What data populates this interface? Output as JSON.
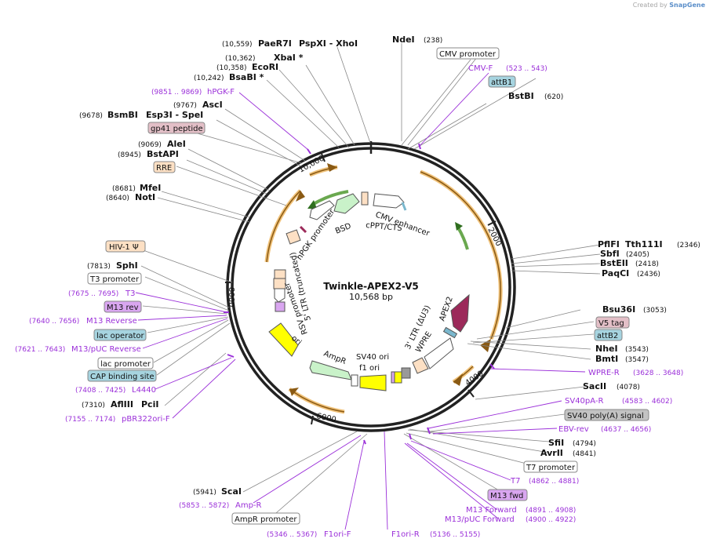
{
  "credit": {
    "prefix": "Created by",
    "brand": "SnapGene"
  },
  "map": {
    "title": "Twinkle-APEX2-V5",
    "length": "10,568 bp"
  },
  "ticks": [
    "2000",
    "4000",
    "6000",
    "8000",
    "10,000"
  ],
  "enzymes": [
    {
      "name": "PaeR7I",
      "pos": "(10,559)",
      "extra": "PspXI - XhoI"
    },
    {
      "name": "NdeI",
      "pos": "(238)"
    },
    {
      "name": "XbaI *",
      "pos": "(10,362)"
    },
    {
      "name": "EcoRI",
      "pos": "(10,358)"
    },
    {
      "name": "BsaBI *",
      "pos": "(10,242)"
    },
    {
      "name": "BstBI",
      "pos": "(620)"
    },
    {
      "name": "AscI",
      "pos": "(9767)"
    },
    {
      "name": "BsmBI",
      "pos": "(9678)",
      "extra": "Esp3I - SpeI"
    },
    {
      "name": "AleI",
      "pos": "(9069)"
    },
    {
      "name": "BstAPI",
      "pos": "(8945)"
    },
    {
      "name": "MfeI",
      "pos": "(8681)"
    },
    {
      "name": "NotI",
      "pos": "(8640)"
    },
    {
      "name": "PflFI",
      "pos": "(2346)",
      "extra": "Tth111I"
    },
    {
      "name": "SbfI",
      "pos": "(2405)"
    },
    {
      "name": "BstEII",
      "pos": "(2418)"
    },
    {
      "name": "PaqCI",
      "pos": "(2436)"
    },
    {
      "name": "SphI",
      "pos": "(7813)"
    },
    {
      "name": "Bsu36I",
      "pos": "(3053)"
    },
    {
      "name": "NheI",
      "pos": "(3543)"
    },
    {
      "name": "BmtI",
      "pos": "(3547)"
    },
    {
      "name": "SacII",
      "pos": "(4078)"
    },
    {
      "name": "AflIII",
      "pos": "(7310)",
      "extra": "PciI"
    },
    {
      "name": "SfiI",
      "pos": "(4794)"
    },
    {
      "name": "AvrII",
      "pos": "(4841)"
    },
    {
      "name": "ScaI",
      "pos": "(5941)"
    }
  ],
  "primers": [
    {
      "name": "CMV-F",
      "pos": "(523 .. 543)"
    },
    {
      "name": "hPGK-F",
      "pos": "(9851 .. 9869)"
    },
    {
      "name": "T3",
      "pos": "(7675 .. 7695)"
    },
    {
      "name": "M13 Reverse",
      "pos": "(7640 .. 7656)"
    },
    {
      "name": "M13/pUC Reverse",
      "pos": "(7621 .. 7643)"
    },
    {
      "name": "L4440",
      "pos": "(7408 .. 7425)"
    },
    {
      "name": "pBR322ori-F",
      "pos": "(7155 .. 7174)"
    },
    {
      "name": "WPRE-R",
      "pos": "(3628 .. 3648)"
    },
    {
      "name": "SV40pA-R",
      "pos": "(4583 .. 4602)"
    },
    {
      "name": "EBV-rev",
      "pos": "(4637 .. 4656)"
    },
    {
      "name": "T7",
      "pos": "(4862 .. 4881)"
    },
    {
      "name": "M13 Forward",
      "pos": "(4891 .. 4908)"
    },
    {
      "name": "M13/pUC Forward",
      "pos": "(4900 .. 4922)"
    },
    {
      "name": "Amp-R",
      "pos": "(5853 .. 5872)"
    },
    {
      "name": "F1ori-F",
      "pos": "(5346 .. 5367)"
    },
    {
      "name": "F1ori-R",
      "pos": "(5136 .. 5155)"
    }
  ],
  "boxed_features": [
    {
      "label": "CMV promoter",
      "color": "#ffffff"
    },
    {
      "label": "attB1",
      "color": "#a6d4e0"
    },
    {
      "label": "gp41 peptide",
      "color": "#e3bfc7"
    },
    {
      "label": "RRE",
      "color": "#fde0c4"
    },
    {
      "label": "HIV-1 Ψ",
      "color": "#fde0c4"
    },
    {
      "label": "T3 promoter",
      "color": "#ffffff"
    },
    {
      "label": "M13 rev",
      "color": "#d9a6f0"
    },
    {
      "label": "lac operator",
      "color": "#a6d4e0"
    },
    {
      "label": "lac promoter",
      "color": "#ffffff"
    },
    {
      "label": "CAP binding site",
      "color": "#a6d4e0"
    },
    {
      "label": "V5 tag",
      "color": "#e3bfc7"
    },
    {
      "label": "attB2",
      "color": "#a6d4e0"
    },
    {
      "label": "SV40 poly(A) signal",
      "color": "#c3c3c3"
    },
    {
      "label": "T7 promoter",
      "color": "#ffffff"
    },
    {
      "label": "M13 fwd",
      "color": "#d9a6f0"
    },
    {
      "label": "AmpR promoter",
      "color": "#ffffff"
    }
  ],
  "inner_labels": [
    "CMV enhancer",
    "cPPT/CTS",
    "BSD",
    "hPGK promoter",
    "5' LTR (truncated)",
    "RSV promoter",
    "ori",
    "AmpR",
    "SV40 ori",
    "f1 ori",
    "WPRE",
    "3' LTR (ΔU3)",
    "APEX2"
  ],
  "colors": {
    "primer": "#9b30d9",
    "orf": "#f0c27a",
    "arrow_green": "#6aa84f",
    "apex2": "#9c2a5a",
    "ori": "#ffff00",
    "backbone": "#222222"
  }
}
